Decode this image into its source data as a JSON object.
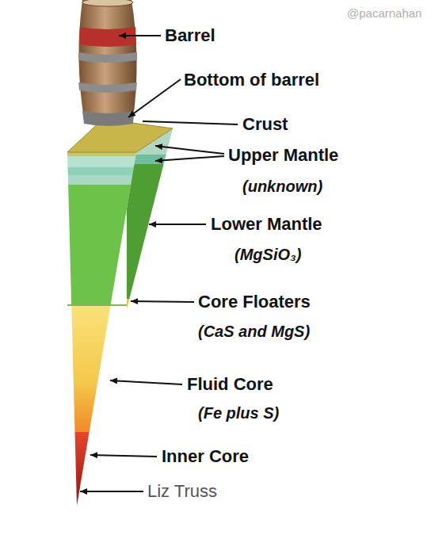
{
  "diagram": {
    "labels": [
      "@pacarnahan",
      "Barrel",
      "Bottom of barrel",
      "Crust",
      "Upper Mantle",
      "(unknown)",
      "Lower Mantle",
      "(MgSiO₃)",
      "Core Floaters",
      "(CaS and MgS)",
      "Fluid Core",
      "(Fe plus S)",
      "Inner Core",
      "Liz Truss"
    ]
  }
}
